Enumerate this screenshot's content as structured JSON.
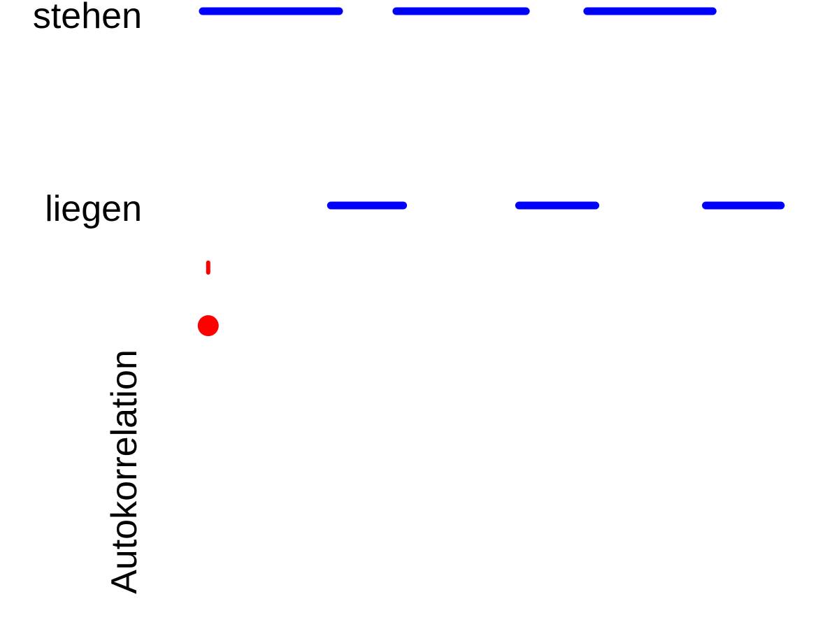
{
  "chart_data": {
    "type": "line",
    "title": "",
    "xlabel": "",
    "ylabel": "Autokorrelation",
    "categories": [
      "stehen",
      "liegen"
    ],
    "grid": false,
    "legend": "none",
    "series": [
      {
        "color": "#0000FF",
        "segments": [
          {
            "category": "stehen",
            "x": [
              0.0,
              1.0
            ]
          },
          {
            "category": "stehen",
            "x": [
              1.42,
              2.37
            ]
          },
          {
            "category": "stehen",
            "x": [
              2.82,
              3.74
            ]
          },
          {
            "category": "liegen",
            "x": [
              0.94,
              1.47
            ]
          },
          {
            "category": "liegen",
            "x": [
              2.32,
              2.88
            ]
          },
          {
            "category": "liegen",
            "x": [
              3.69,
              4.24
            ]
          }
        ]
      },
      {
        "color": "#FF0000",
        "stems": [
          {
            "x": 0.04,
            "y0": 0.95,
            "y1": 0.8
          }
        ],
        "points": [
          {
            "x": 0.04,
            "y": 0.0
          }
        ]
      }
    ]
  }
}
